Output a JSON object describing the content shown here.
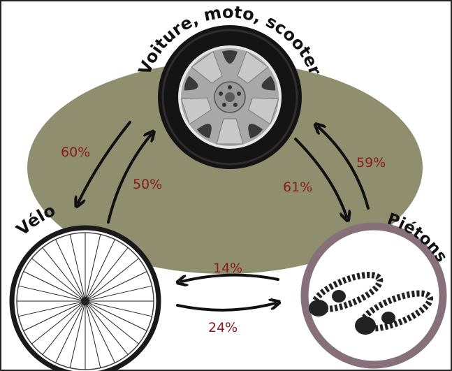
{
  "nodes": {
    "car": {
      "label": "Voiture, moto, scooter",
      "icon": "car-wheel-icon"
    },
    "bike": {
      "label": "Vélo",
      "icon": "bicycle-wheel-icon"
    },
    "ped": {
      "label": "Piétons",
      "icon": "footprints-icon"
    }
  },
  "flows": {
    "bike_to_car": "50%",
    "car_to_bike": "60%",
    "car_to_ped": "61%",
    "ped_to_car": "59%",
    "ped_to_bike": "14%",
    "bike_to_ped": "24%"
  },
  "colors": {
    "background_ellipse": "#8f8e6f",
    "percent_text": "#8b1a1a",
    "pedestrian_ring": "#86707a"
  }
}
